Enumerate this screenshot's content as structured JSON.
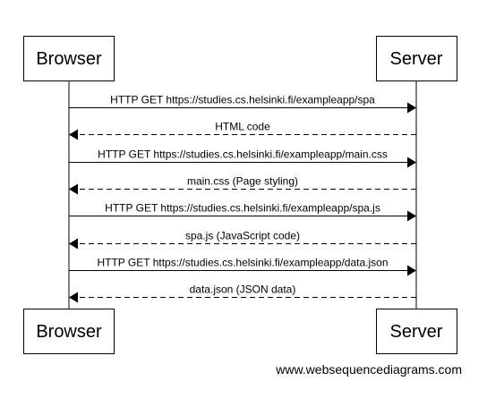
{
  "participants": {
    "browser": "Browser",
    "server": "Server"
  },
  "messages": [
    {
      "label": "HTTP GET https://studies.cs.helsinki.fi/exampleapp/spa",
      "direction": "to-server",
      "style": "solid"
    },
    {
      "label": "HTML code",
      "direction": "to-browser",
      "style": "dashed"
    },
    {
      "label": "HTTP GET https://studies.cs.helsinki.fi/exampleapp/main.css",
      "direction": "to-server",
      "style": "solid"
    },
    {
      "label": "main.css (Page styling)",
      "direction": "to-browser",
      "style": "dashed"
    },
    {
      "label": "HTTP GET https://studies.cs.helsinki.fi/exampleapp/spa.js",
      "direction": "to-server",
      "style": "solid"
    },
    {
      "label": "spa.js (JavaScript code)",
      "direction": "to-browser",
      "style": "dashed"
    },
    {
      "label": "HTTP GET https://studies.cs.helsinki.fi/exampleapp/data.json",
      "direction": "to-server",
      "style": "solid"
    },
    {
      "label": "data.json (JSON data)",
      "direction": "to-browser",
      "style": "dashed"
    }
  ],
  "watermark": "www.websequencediagrams.com"
}
